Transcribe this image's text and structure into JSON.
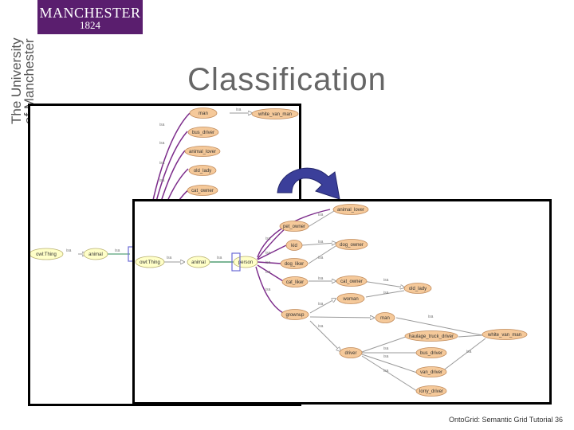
{
  "logo": {
    "main": "MANCHESTER",
    "year": "1824"
  },
  "university": {
    "line1": "The University",
    "line2": "of Manchester"
  },
  "slide": {
    "title": "Classification",
    "footer": "OntoGrid: Semantic Grid Tutorial 36"
  },
  "back_diagram": {
    "nodes": {
      "man": "man",
      "white_van_man": "white_van_man",
      "bus_driver": "bus_driver",
      "animal_lover": "animal_lover",
      "old_lady": "old_lady",
      "cat_owner": "cat_owner",
      "thing": "owl:Thing",
      "animal": "animal"
    },
    "edge_label": "isa"
  },
  "front_diagram": {
    "nodes": {
      "animal_lover": "animal_lover",
      "pet_owner": "pet_owner",
      "kid": "kid",
      "dog_owner": "dog_owner",
      "thing": "owl:Thing",
      "animal": "animal",
      "person": "person",
      "dog_liker": "dog_liker",
      "cat_liker": "cat_liker",
      "cat_owner": "cat_owner",
      "old_lady": "old_lady",
      "woman": "woman",
      "grownup": "grownup",
      "man": "man",
      "haulage_truck_driver": "haulage_truck_driver",
      "white_van_man": "white_van_man",
      "driver": "driver",
      "bus_driver": "bus_driver",
      "van_driver": "van_driver",
      "lorry_driver": "lorry_driver"
    },
    "edge_label": "isa"
  },
  "colors": {
    "arrow": "#3b3f9a",
    "node_fill": "#f5c99a",
    "node_stroke": "#c08a5a",
    "thing_fill": "#ffffc8",
    "edge_purple": "#7b2a8a",
    "edge_green": "#2e8b57",
    "edge_gray": "#9a9a9a"
  }
}
